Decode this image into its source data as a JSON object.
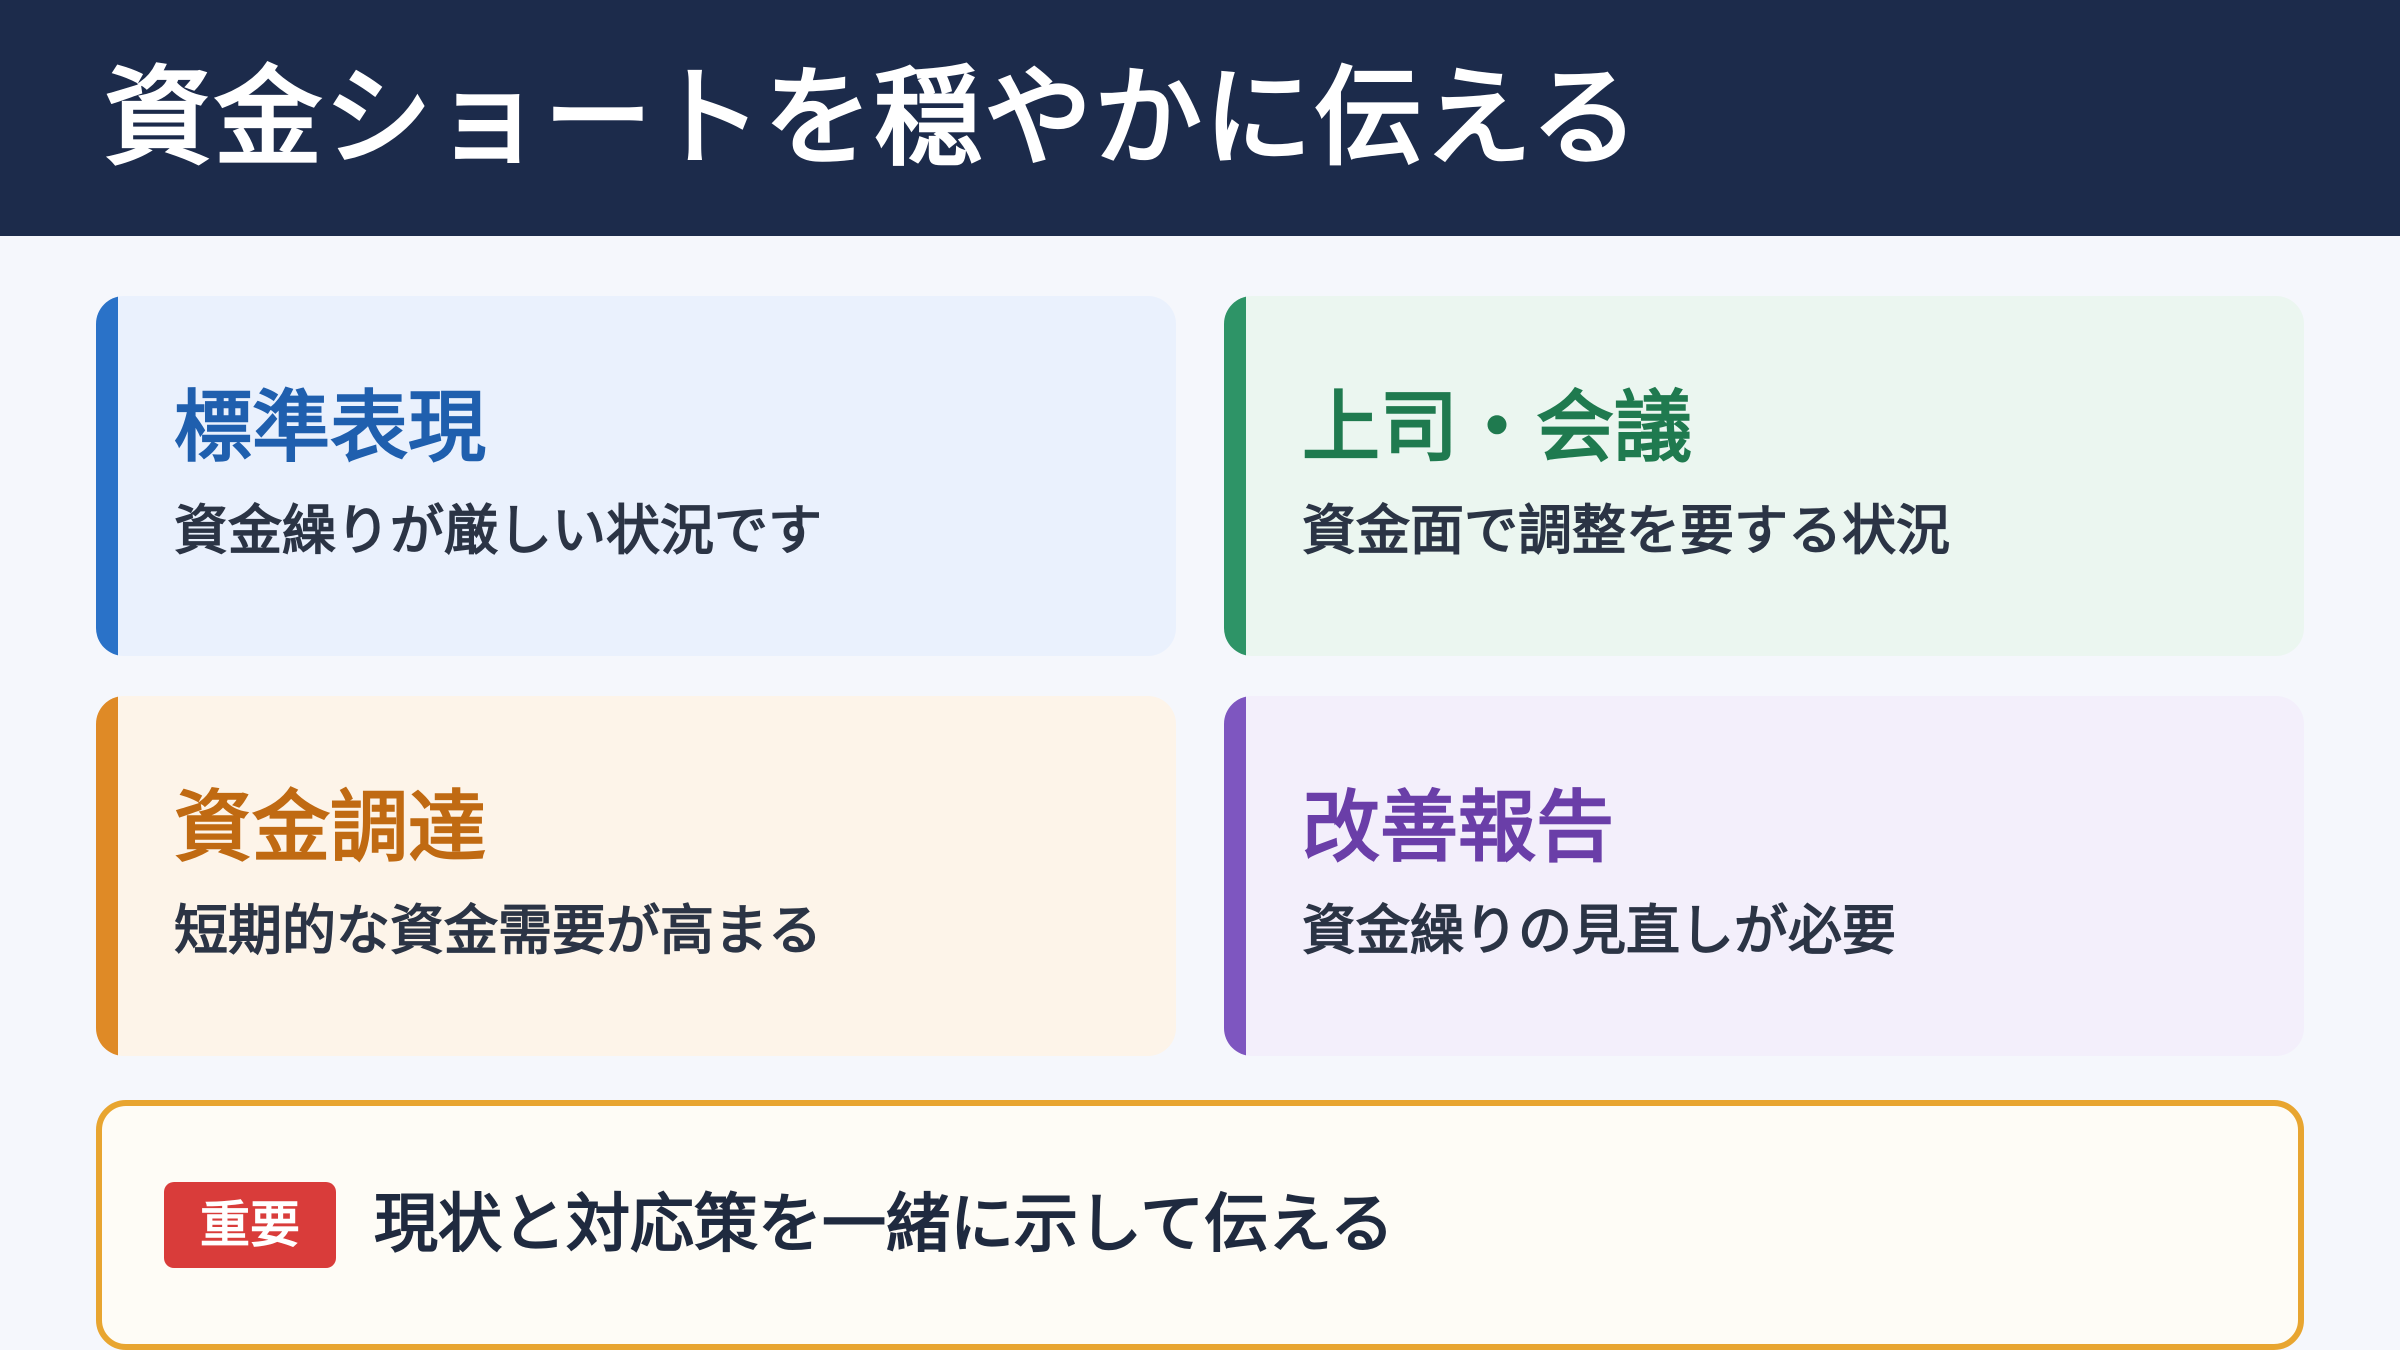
{
  "header": {
    "title": "資金ショートを穏やかに伝える"
  },
  "cards": [
    {
      "title": "標準表現",
      "desc": "資金繰りが厳しい状況です",
      "accent": "#2a72c8",
      "title_color": "#1f5fae"
    },
    {
      "title": "上司・会議",
      "desc": "資金面で調整を要する状況",
      "accent": "#2e9467",
      "title_color": "#1f7a4f"
    },
    {
      "title": "資金調達",
      "desc": "短期的な資金需要が高まる",
      "accent": "#df8a26",
      "title_color": "#c06a12"
    },
    {
      "title": "改善報告",
      "desc": "資金繰りの見直しが必要",
      "accent": "#7e56c0",
      "title_color": "#6a3ea8"
    }
  ],
  "note": {
    "badge": "重要",
    "text": "現状と対応策を一緒に示して伝える",
    "border": "#e8a530",
    "badge_color": "#d93c3a"
  }
}
